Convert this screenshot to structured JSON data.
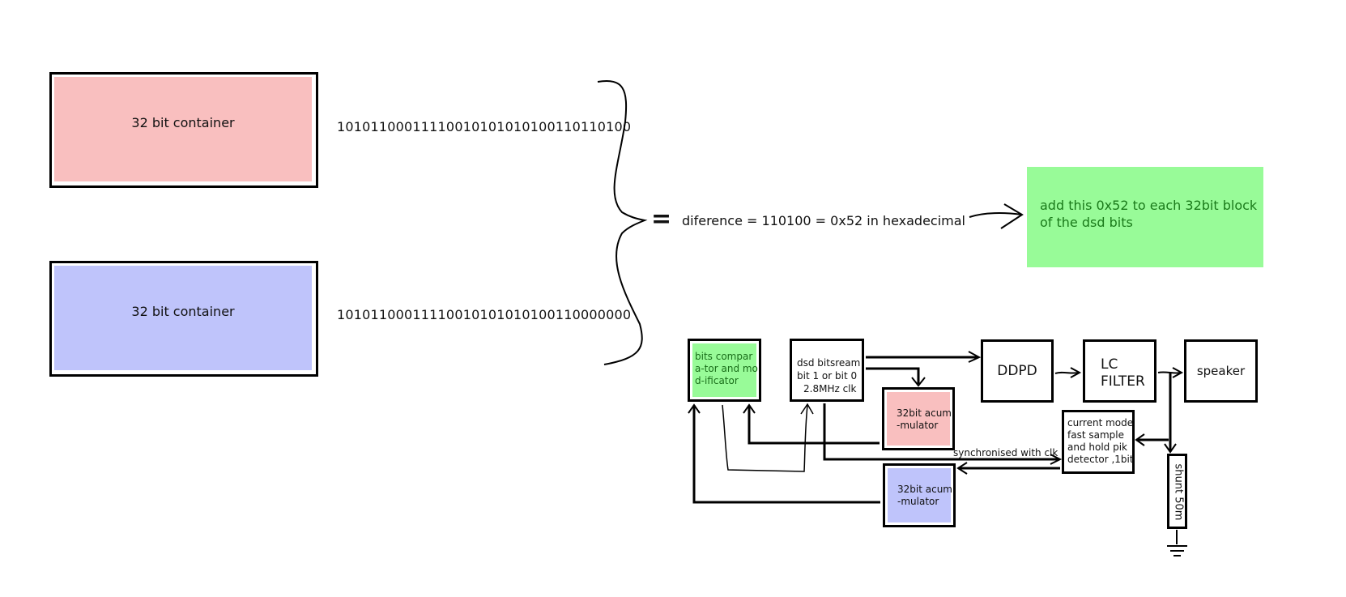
{
  "left": {
    "container_top": {
      "label": "32 bit container",
      "bits": "10101100011110010101010100110110100",
      "fill": "#f9bfbf"
    },
    "container_bottom": {
      "label": "32 bit container",
      "bits": "10101100011110010101010100110000000",
      "fill": "#bfc4fb"
    }
  },
  "equation": {
    "equals": "=",
    "text": "diference = 110100 = 0x52 in hexadecimal"
  },
  "note": {
    "text": "add this 0x52 to each 32bit block of the dsd bits",
    "fill": "#98fb98",
    "text_color": "#1a7a1a"
  },
  "diagram": {
    "comparator": "bits compara-tor and mod-ificator",
    "dsd_stream_line1": "dsd bitsream",
    "dsd_stream_line2": "bit 1 or bit 0",
    "dsd_stream_line3": "2.8MHz clk",
    "acc_top": "32bit acum-mulator",
    "acc_bottom": "32bit acum-mulator",
    "ddpd": "DDPD",
    "lc_filter_line1": "LC",
    "lc_filter_line2": "FILTER",
    "speaker": "speaker",
    "current_mode": "current mode fast sample and hold pik detector ,1bit",
    "sync_label": "synchronised with clk",
    "shunt": "shunt 50m"
  }
}
